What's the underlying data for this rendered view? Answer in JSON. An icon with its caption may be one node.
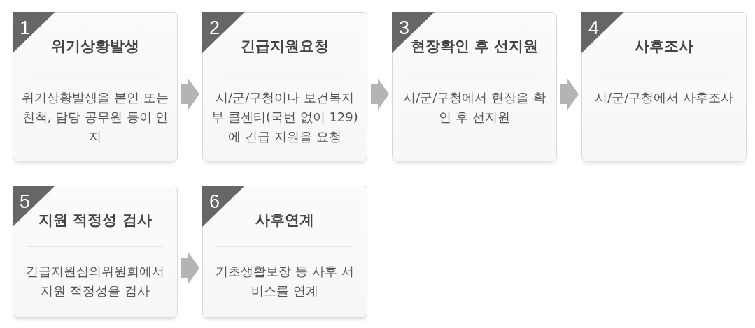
{
  "diagram": {
    "nodes": [
      {
        "text": [
          "1",
          "위기상황발생",
          "위기상황발생을 본인 또는 친척, 담당 공무원 등이 인지"
        ]
      },
      {
        "text": [
          "2",
          "긴급지원요청",
          "시/군/구청이나 보건복지부 콜센터(국번 없이 129)에 긴급 지원을 요청"
        ]
      },
      {
        "text": [
          "3",
          "현장확인 후 선지원",
          "시/군/구청에서 현장을 확인 후 선지원"
        ]
      },
      {
        "text": [
          "4",
          "사후조사",
          "시/군/구청에서 사후조사"
        ]
      },
      {
        "text": [
          "5",
          "지원 적정성 검사",
          "긴급지원심의위원회에서 지원 적정성을 검사"
        ]
      },
      {
        "text": [
          "6",
          "사후연계",
          "기초생활보장 등 사후 서비스를 연계"
        ]
      }
    ],
    "edges": [
      {
        "from": 0,
        "to": 1,
        "arrow": "to"
      },
      {
        "from": 1,
        "to": 2,
        "arrow": "to"
      },
      {
        "from": 2,
        "to": 3,
        "arrow": "to"
      },
      {
        "from": 4,
        "to": 5,
        "arrow": "to"
      }
    ]
  }
}
